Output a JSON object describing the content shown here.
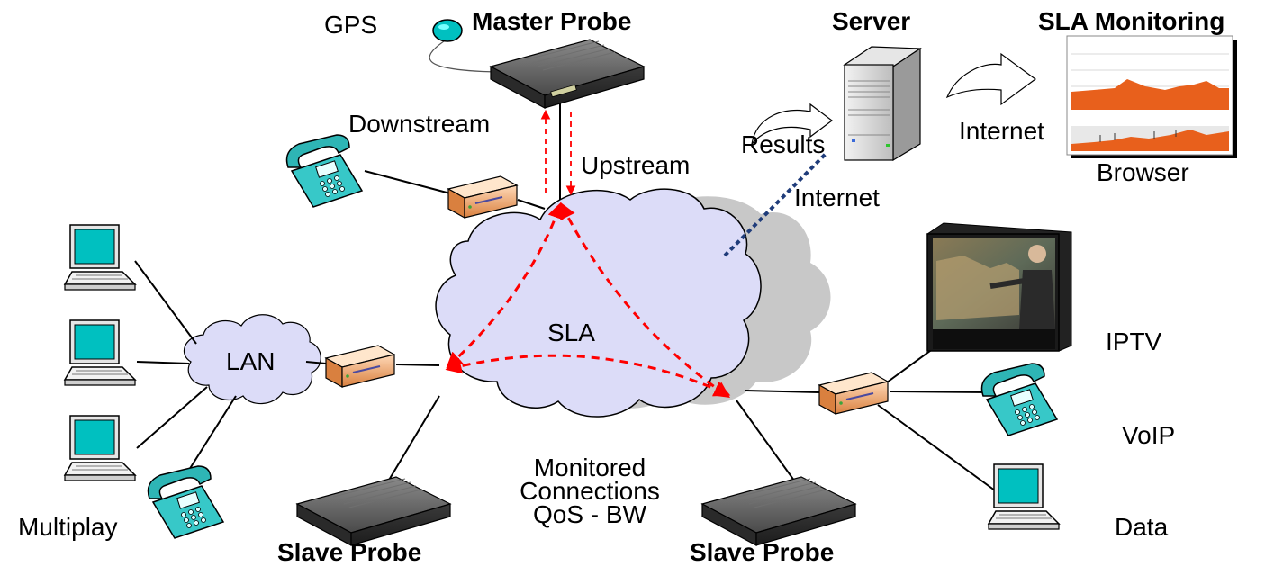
{
  "labels": {
    "gps": "GPS",
    "master_probe": "Master Probe",
    "server": "Server",
    "sla_monitoring": "SLA Monitoring",
    "downstream": "Downstream",
    "upstream": "Upstream",
    "results": "Results",
    "internet_top": "Internet",
    "browser": "Browser",
    "internet_link": "Internet",
    "lan": "LAN",
    "sla": "SLA",
    "iptv": "IPTV",
    "voip": "VoIP",
    "data": "Data",
    "multiplay": "Multiplay",
    "monitored_line1": "Monitored",
    "monitored_line2": "Connections",
    "monitored_line3": "QoS - BW",
    "slave_probe_left": "Slave Probe",
    "slave_probe_right": "Slave Probe"
  },
  "colors": {
    "cloud_fill": "#dcdcf8",
    "cloud_shadow": "#c8c8c8",
    "terminal_teal": "#00bcbc",
    "modem_orange": "#f4a870",
    "probe_dark": "#555555",
    "dashed_red": "#ff0000",
    "dotted_blue": "#1f3c7a",
    "chart_orange": "#e8601c"
  },
  "icons": {
    "gps": "gps-antenna-icon",
    "probe": "probe-device-icon",
    "server": "server-tower-icon",
    "browser": "browser-chart-icon",
    "phone": "desk-phone-icon",
    "modem": "modem-router-icon",
    "computer": "desktop-computer-icon",
    "tv": "tv-screen-icon",
    "arrow": "curved-arrow-icon"
  }
}
